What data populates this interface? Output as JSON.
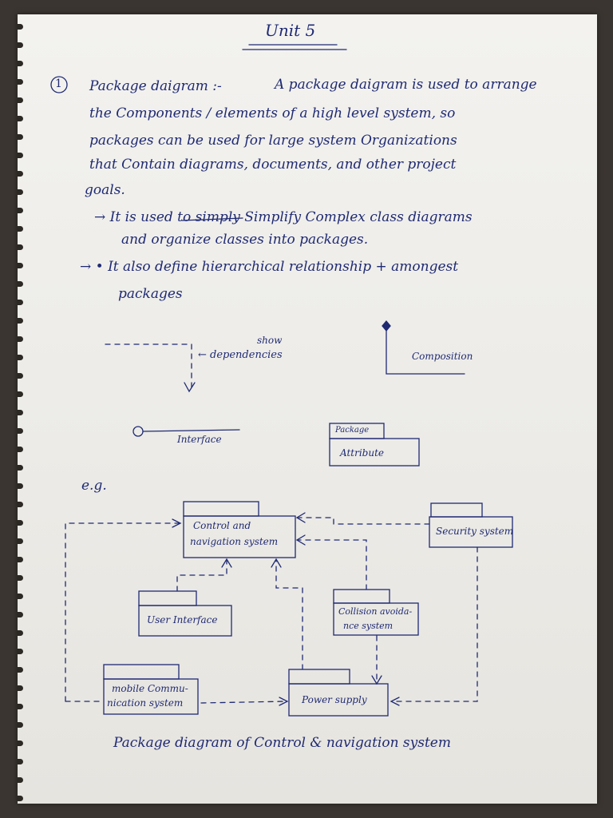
{
  "page": {
    "title": "Unit 5",
    "item_number": "1",
    "heading": "Package daigram :-",
    "paragraph_lines": [
      "A package daigram is used to arrange",
      "the Components / elements of a high level system, so",
      "packages can be used for large system Organizations",
      "that Contain diagrams, documents, and other project",
      "goals."
    ],
    "bullet_1": [
      "→ It is used to simply Simplify Complex class diagrams",
      "and organize classes into packages."
    ],
    "bullet_2": [
      "→ • It also define hierarchical relationship + amongest",
      "packages"
    ],
    "legend": {
      "dependency_note": [
        "show",
        "← dependencies"
      ],
      "composition": "Composition",
      "interface": "Interface",
      "package_tab": "Package",
      "package_body": "Attribute"
    },
    "eg_label": "e.g.",
    "diagram": {
      "control": [
        "Control and",
        "navigation system"
      ],
      "security": "Security system",
      "user_interface": "User Interface",
      "collision": [
        "Collision avoida-",
        "nce system"
      ],
      "mobile": [
        "mobile Commu-",
        "nication system"
      ],
      "power": "Power supply"
    },
    "caption": "Package diagram of Control & navigation system"
  },
  "colors": {
    "ink": "#1f2a73",
    "paper": "#f0efec"
  }
}
